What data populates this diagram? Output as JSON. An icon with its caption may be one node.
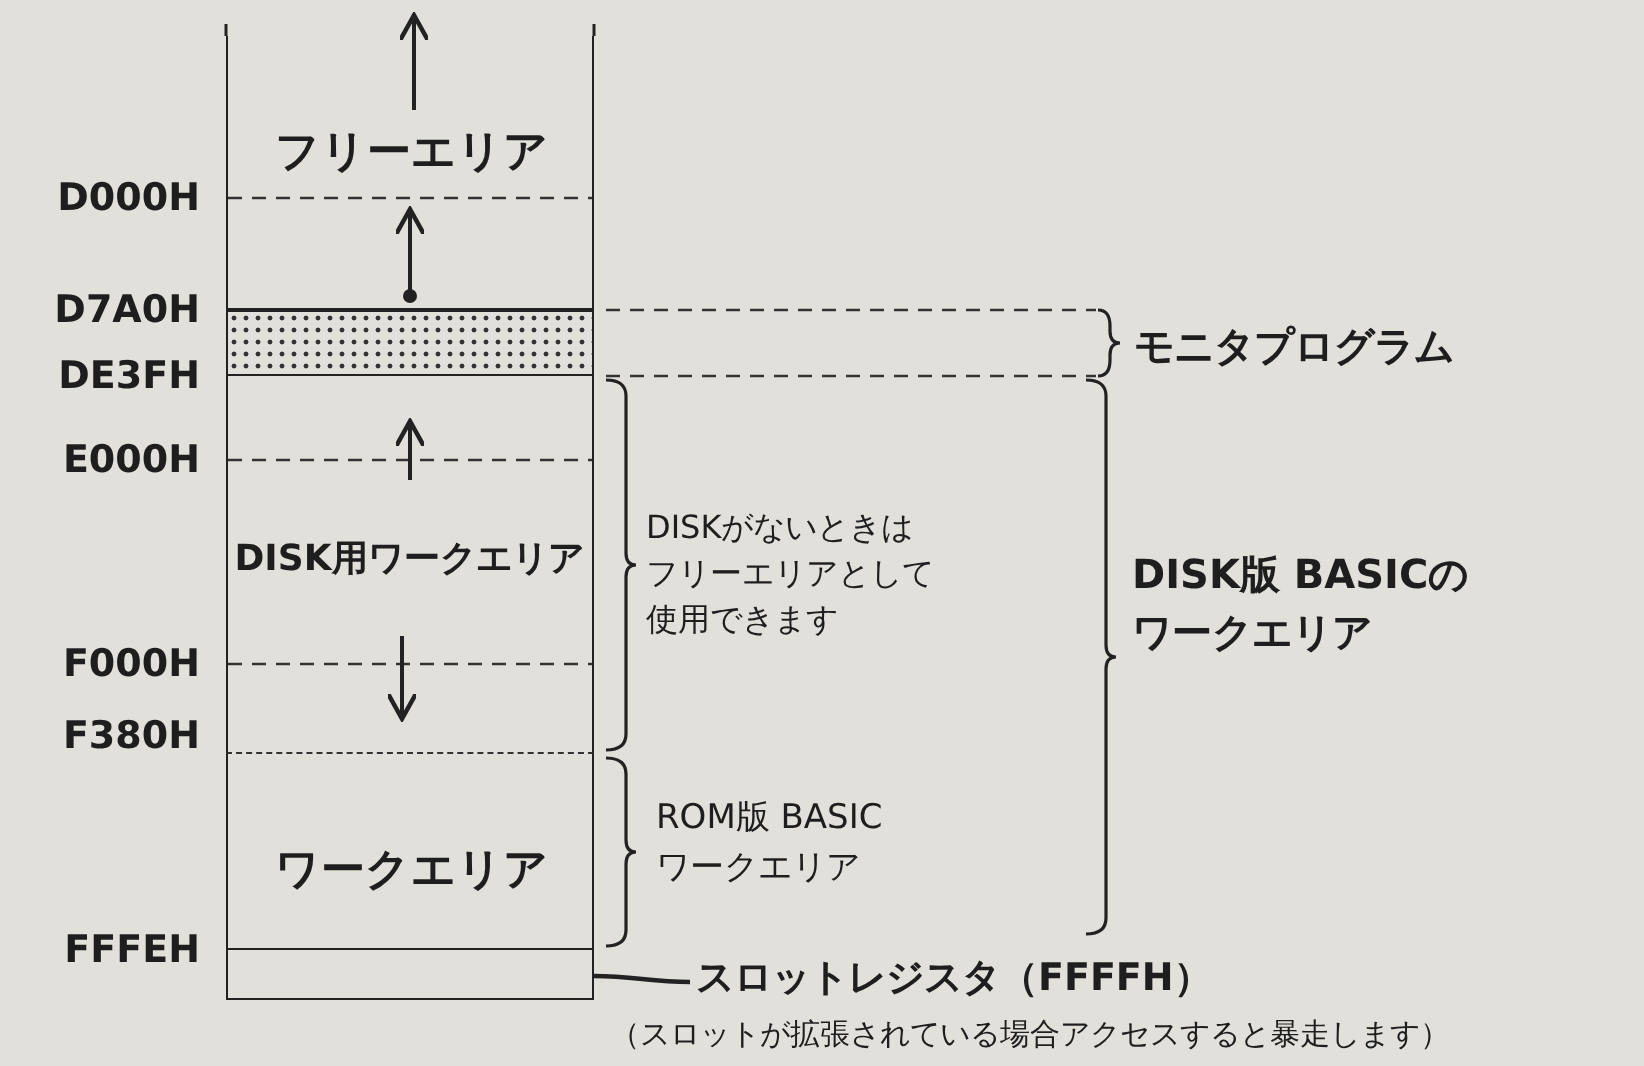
{
  "diagram": {
    "nodes": [
      {
        "text": [
          "フリーエリア"
        ]
      },
      {
        "text": [],
        "shape": "box"
      },
      {
        "text": [
          "DISK用ワークエリア"
        ]
      },
      {
        "text": [
          "ワークエリア"
        ]
      },
      {
        "text": [],
        "shape": "box"
      },
      {
        "text": [
          "スロットレジスタ（FFFFH）",
          "（スロットが拡張されている場合アクセスすると暴走します）"
        ]
      }
    ],
    "edges": [
      {
        "from": 5,
        "to": 4,
        "arrow": "none"
      }
    ],
    "labels": [
      "D000H",
      "D7A0H",
      "DE3FH",
      "E000H",
      "F000H",
      "F380H",
      "FFFEH",
      "モニタプログラム",
      "DISKがないときはフリーエリアとして使用できます",
      "DISK版 BASICのワークエリア",
      "ROM版 BASIC ワークエリア"
    ]
  }
}
